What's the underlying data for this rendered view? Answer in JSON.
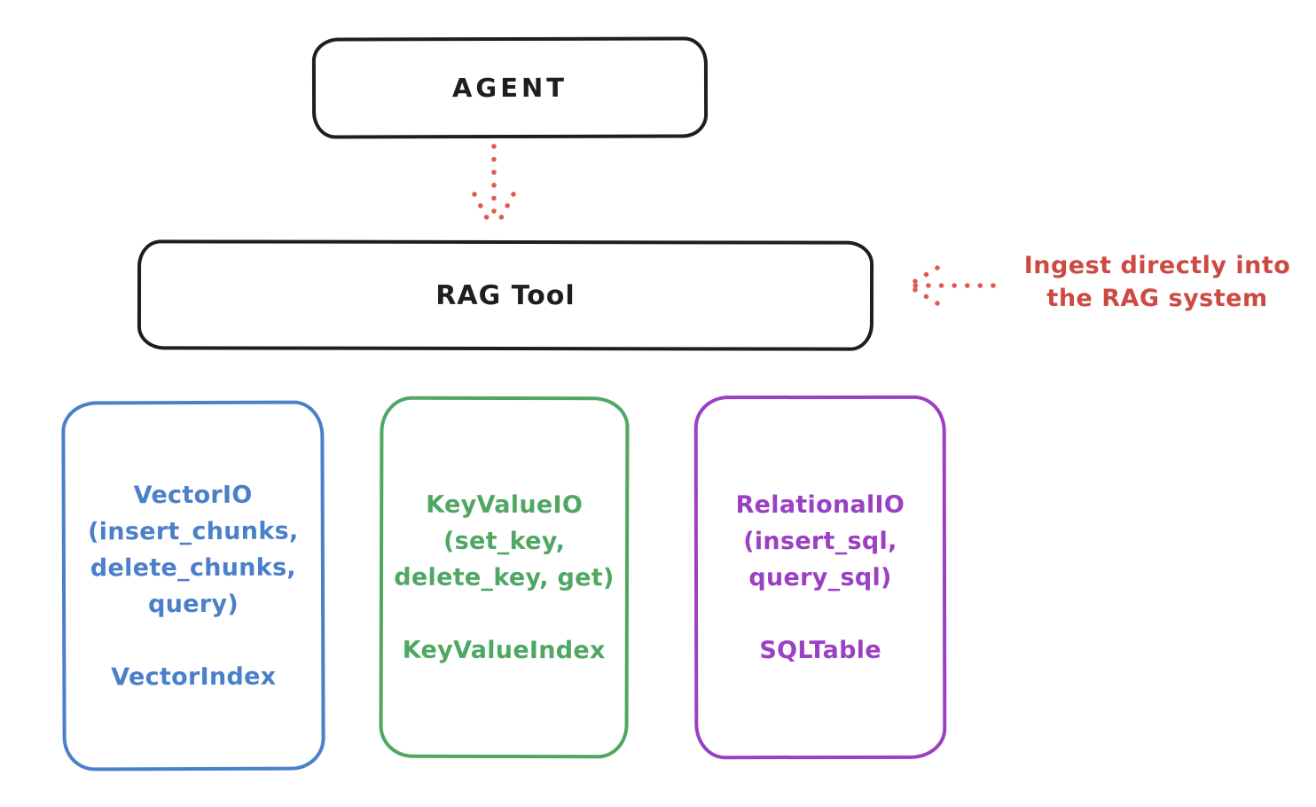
{
  "canvas": {
    "background": "#ffffff",
    "ink_color": "#1e1e1e"
  },
  "diagram": {
    "agent_box": {
      "label": "AGENT",
      "stroke_color": "#1e1e1e"
    },
    "rag_box": {
      "label": "RAG Tool",
      "stroke_color": "#1e1e1e"
    },
    "arrows": {
      "color": "#e05b52",
      "agent_to_rag": "dotted-arrow-down",
      "ingest_to_rag": "dotted-arrow-left"
    },
    "annotation": {
      "color": "#cd4a43",
      "lines": [
        "Ingest directly into",
        "the RAG system"
      ]
    },
    "cards": [
      {
        "id": "vector-io",
        "color": "#4a80c9",
        "lines": [
          "VectorIO",
          "(insert_chunks,",
          "delete_chunks,",
          "query)",
          "",
          "VectorIndex"
        ]
      },
      {
        "id": "keyvalue-io",
        "color": "#4fa763",
        "lines": [
          "KeyValueIO",
          "(set_key,",
          "delete_key, get)",
          "",
          "KeyValueIndex"
        ]
      },
      {
        "id": "relational-io",
        "color": "#9b40c3",
        "lines": [
          "RelationalIO",
          "(insert_sql,",
          "query_sql)",
          "",
          "SQLTable"
        ]
      }
    ]
  }
}
